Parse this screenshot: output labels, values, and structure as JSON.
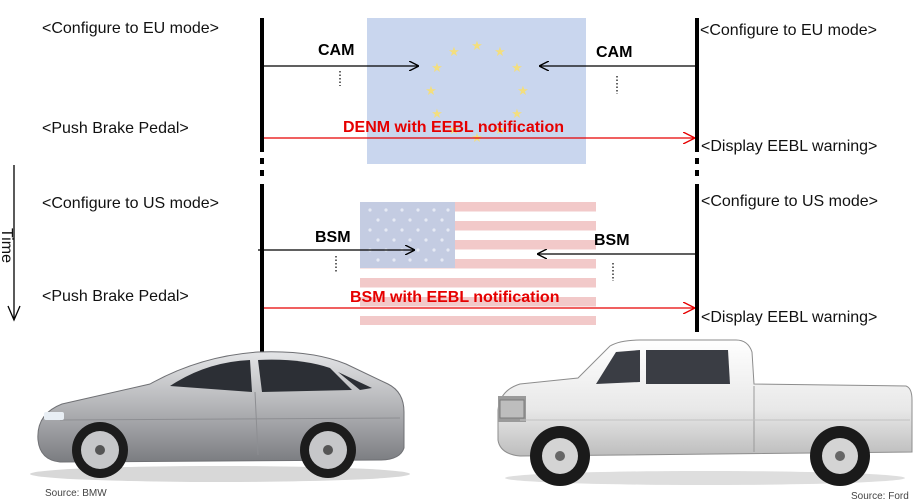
{
  "left": {
    "configure_eu": "<Configure to EU mode>",
    "push_brake_eu": "<Push Brake Pedal>",
    "configure_us": "<Configure to US mode>",
    "push_brake_us": "<Push Brake Pedal>"
  },
  "right": {
    "configure_eu": "<Configure to EU mode>",
    "display_warning_eu": "<Display EEBL warning>",
    "configure_us": "<Configure to US mode>",
    "display_warning_us": "<Display EEBL warning>"
  },
  "messages": {
    "cam_left": "CAM",
    "cam_right": "CAM",
    "denm": "DENM with EEBL notification",
    "bsm_left": "BSM",
    "bsm_right": "BSM",
    "bsm_eebl": "BSM with EEBL notification"
  },
  "time_label": "Time",
  "sources": {
    "left": "Source: BMW",
    "right": "Source: Ford"
  },
  "colors": {
    "eu_flag": "#c9d6ee",
    "eu_star": "#f3de7e",
    "us_red": "#f2c9c9",
    "us_blue": "#c4cce2",
    "red_arrow": "#e60000",
    "lifeline": "#000000",
    "sedan_body": "#b8b9bb",
    "pickup_body": "#ececec"
  },
  "icons": {
    "left_vehicle": "sedan-car-icon",
    "right_vehicle": "pickup-truck-icon",
    "eu_flag": "eu-flag-icon",
    "us_flag": "us-flag-icon"
  }
}
